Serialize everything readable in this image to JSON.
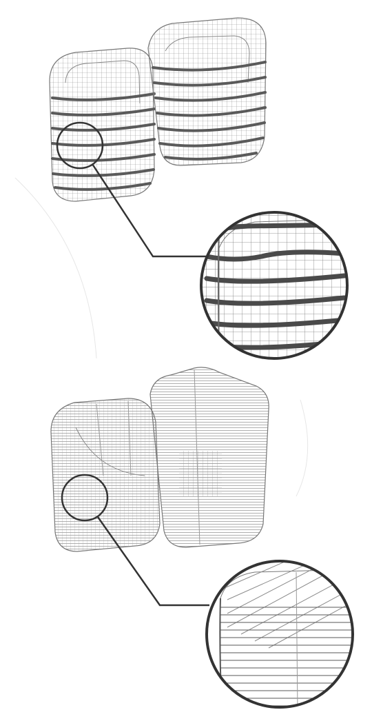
{
  "figure": {
    "panels": [
      {
        "id": "top",
        "style": "banded-mesh",
        "shapes": 2,
        "callouts": 1
      },
      {
        "id": "bottom",
        "style": "fine-mesh",
        "shapes": 2,
        "callouts": 1
      }
    ],
    "colors": {
      "background": "#ffffff",
      "mesh_line": "#8a8a8a",
      "band": "#5a5a5a",
      "callout_stroke": "#333333"
    }
  }
}
